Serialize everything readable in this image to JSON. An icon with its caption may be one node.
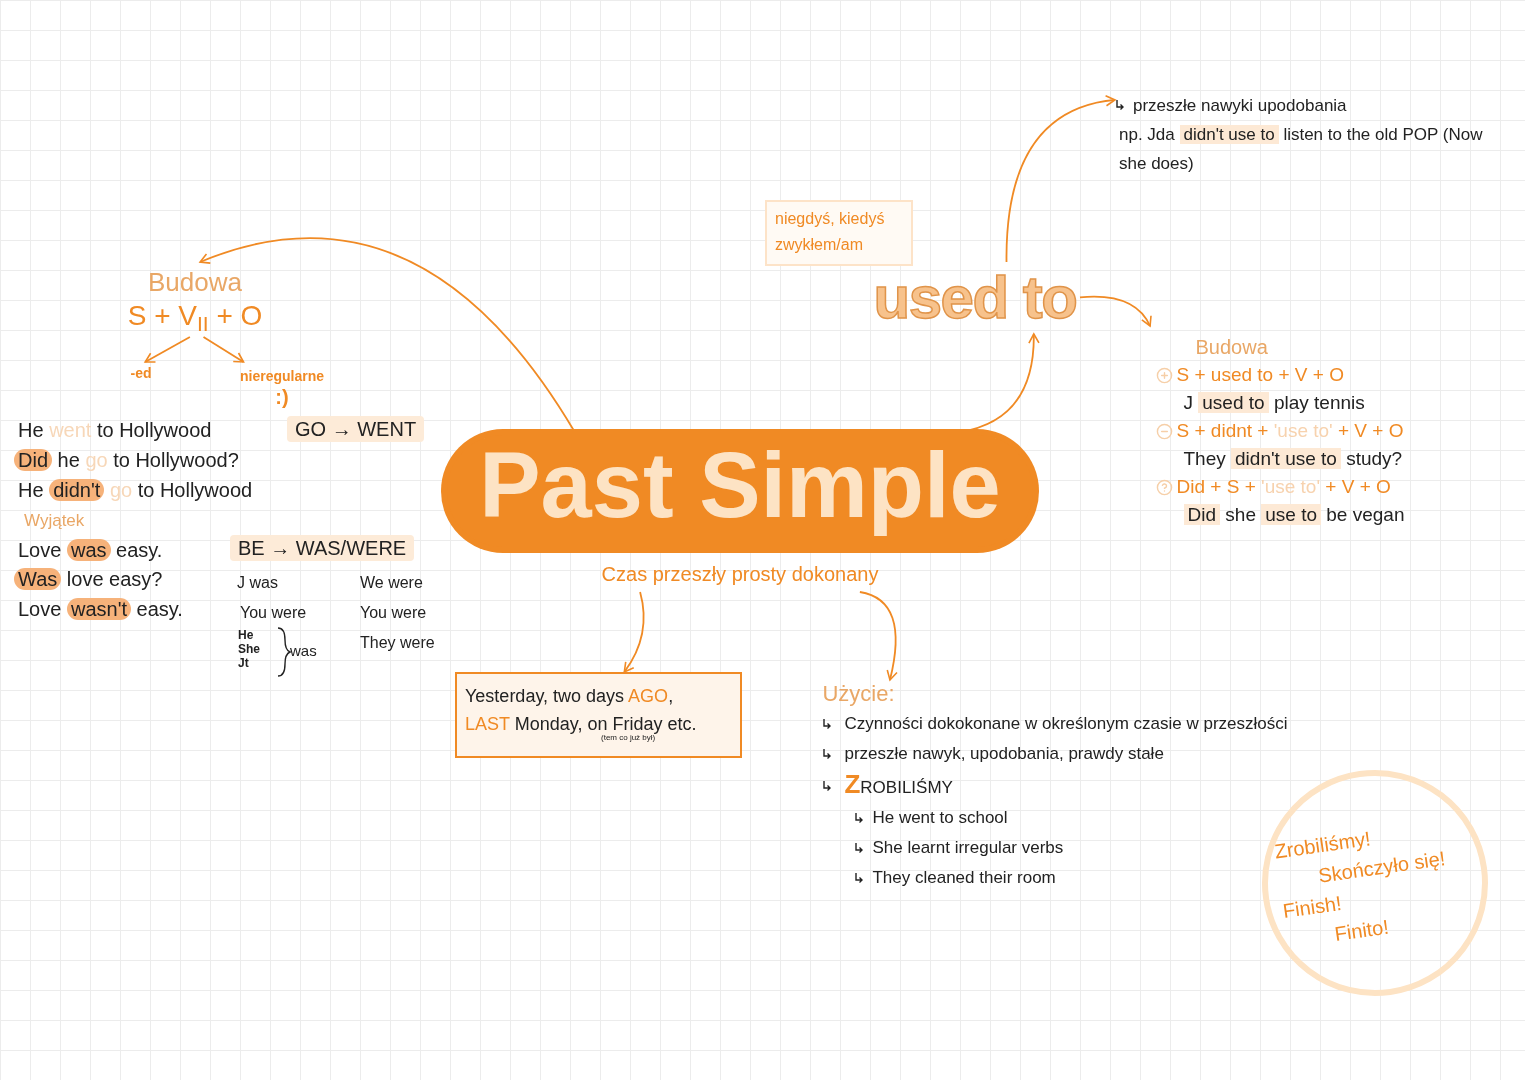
{
  "diagram": {
    "nodes": [
      {
        "text": [
          "Budowa",
          "S + V$_{II}$ + O"
        ]
      },
      {
        "text": [
          "-ed"
        ]
      },
      {
        "text": [
          "nieregularne",
          ":)"
        ]
      },
      {
        "text": [
          "niegdyś, kiedyś",
          "zwykłem/am"
        ]
      },
      {
        "text": [
          "used to"
        ]
      },
      {
        "text": [
          "przeszłe nawyki upodobania",
          "np. Jda **didn't use to** listen to the old POP (Now she does)"
        ]
      },
      {
        "text": [
          "Past Simple"
        ],
        "beside": [
          "Czas przeszły prosty dokonany"
        ]
      },
      {
        "text": [
          "Budowa",
          "S + used to + V + O",
          "J **used to** play tennis",
          "S + didnt + *'use to'* + V + O",
          "They **didn't use to** study?",
          "Did + S + *'use to'* + V + O",
          "**Did** she **use to** be vegan"
        ]
      },
      {
        "text": [
          "Yesterday, two days **AGO**,",
          "**LAST** Monday, on Friday etc.",
          "(tem co już był)"
        ]
      },
      {
        "text": [
          "Użycie:",
          "Czynności dokokonane w określonym czasie w przeszłości",
          "przeszłe nawyk, upodobania, prawdy stałe",
          "**Z**ROBILIŚMY",
          "He went to school",
          "She learnt irregular verbs",
          "They cleaned their room"
        ]
      },
      {
        "text": [
          "Zrobiliśmy!",
          "Skończyło się!",
          "Finish!",
          "Finito!"
        ]
      }
    ],
    "edges": [
      {
        "from": 6,
        "to": 0,
        "arrow": "to"
      },
      {
        "from": 0,
        "to": 1,
        "arrow": "to"
      },
      {
        "from": 0,
        "to": 2,
        "arrow": "to"
      },
      {
        "from": 4,
        "to": 5,
        "arrow": "to"
      },
      {
        "from": 4,
        "to": 7,
        "arrow": "to"
      },
      {
        "from": 6,
        "to": 4,
        "arrow": "to"
      },
      {
        "from": 6,
        "to": 8,
        "arrow": "to"
      },
      {
        "from": 6,
        "to": 9,
        "arrow": "to"
      }
    ],
    "labels": [
      "He *went* to Hollywood",
      "GO → WENT",
      "**Did** he *go* to Hollywood?",
      "He **didn't** *go* to Hollywood",
      "Wyjątek",
      "Love **was** easy.",
      "BE → WAS/WERE",
      "**Was** love easy?",
      "Love **wasn't** easy.",
      "J was",
      "We were",
      "You were",
      "You were",
      "He She Jt",
      "was",
      "They were"
    ]
  }
}
